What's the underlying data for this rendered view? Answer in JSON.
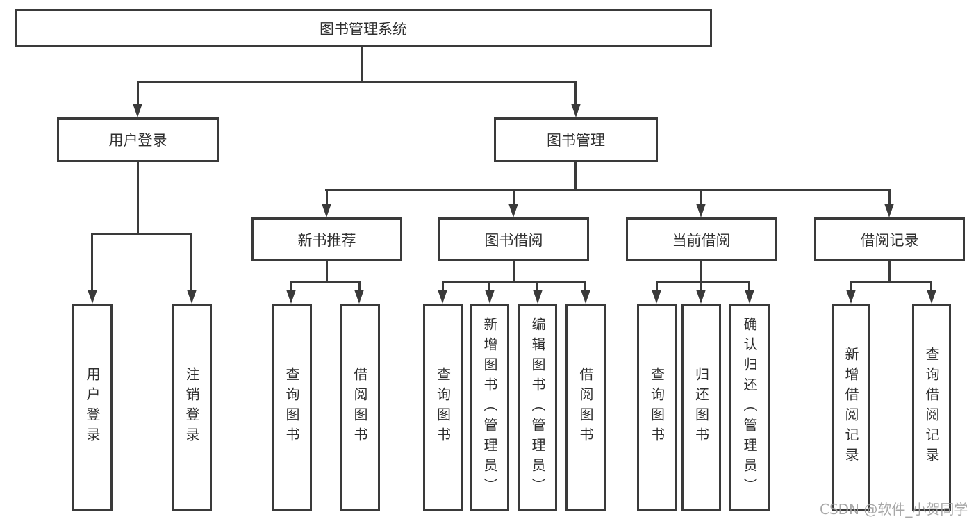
{
  "tree": {
    "label": "图书管理系统",
    "children": [
      {
        "label": "用户登录",
        "children": [
          {
            "label": "用户登录"
          },
          {
            "label": "注销登录"
          }
        ]
      },
      {
        "label": "图书管理",
        "children": [
          {
            "label": "新书推荐",
            "children": [
              {
                "label": "查询图书"
              },
              {
                "label": "借阅图书"
              }
            ]
          },
          {
            "label": "图书借阅",
            "children": [
              {
                "label": "查询图书"
              },
              {
                "label": "新增图书（管理员）"
              },
              {
                "label": "编辑图书（管理员）"
              },
              {
                "label": "借阅图书"
              }
            ]
          },
          {
            "label": "当前借阅",
            "children": [
              {
                "label": "查询图书"
              },
              {
                "label": "归还图书"
              },
              {
                "label": "确认归还（管理员）"
              }
            ]
          },
          {
            "label": "借阅记录",
            "children": [
              {
                "label": "新增借阅记录"
              },
              {
                "label": "查询借阅记录"
              }
            ]
          }
        ]
      }
    ]
  },
  "watermark": {
    "text": "CSDN @软件_小贺同学"
  },
  "colors": {
    "line": "#3a3a3a",
    "text": "#2f2f2f",
    "background": "#ffffff",
    "watermark": "#9e9e9e"
  }
}
